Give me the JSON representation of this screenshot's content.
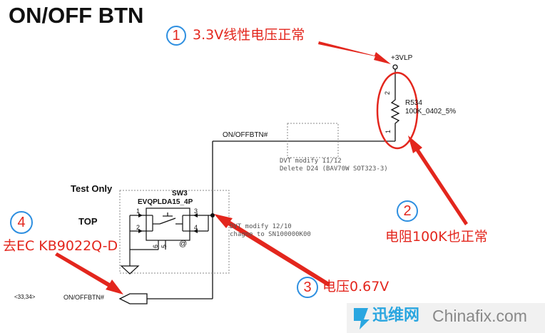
{
  "title": "ON/OFF BTN",
  "annotations": [
    {
      "number": "1",
      "text": "3.3V线性电压正常"
    },
    {
      "number": "2",
      "text": "电阻100K也正常"
    },
    {
      "number": "3",
      "text": "电压0.67V"
    },
    {
      "number": "4",
      "text": "去EC KB9022Q-D"
    }
  ],
  "schematic": {
    "power_rail": "+3VLP",
    "resistor": {
      "ref": "R534",
      "value": "100K_0402_5%",
      "pin_top": "2",
      "pin_bottom": "1"
    },
    "net_top": "ON/OFFBTN#",
    "net_bottom": "ON/OFFBTN#",
    "net_ref": "<33,34>",
    "note1": [
      "DVT modify 11/12",
      "Delete D24 (BAV70W SOT323-3)"
    ],
    "note2": [
      "DVT modify 12/10",
      "chagne to SN100000K00"
    ],
    "test_only": "Test Only",
    "top": "TOP",
    "switch": {
      "ref": "SW3",
      "part": "EVQPLDA15_4P",
      "pins": [
        "1",
        "2",
        "3",
        "4",
        "6",
        "5"
      ],
      "marker": "@"
    }
  },
  "watermark": {
    "cn": "迅维网",
    "en": "Chinafix.com"
  },
  "colors": {
    "accent": "#e3261d",
    "circle": "#2e8fe0",
    "wire": "#111111",
    "watermark": "#2aa6e0"
  }
}
